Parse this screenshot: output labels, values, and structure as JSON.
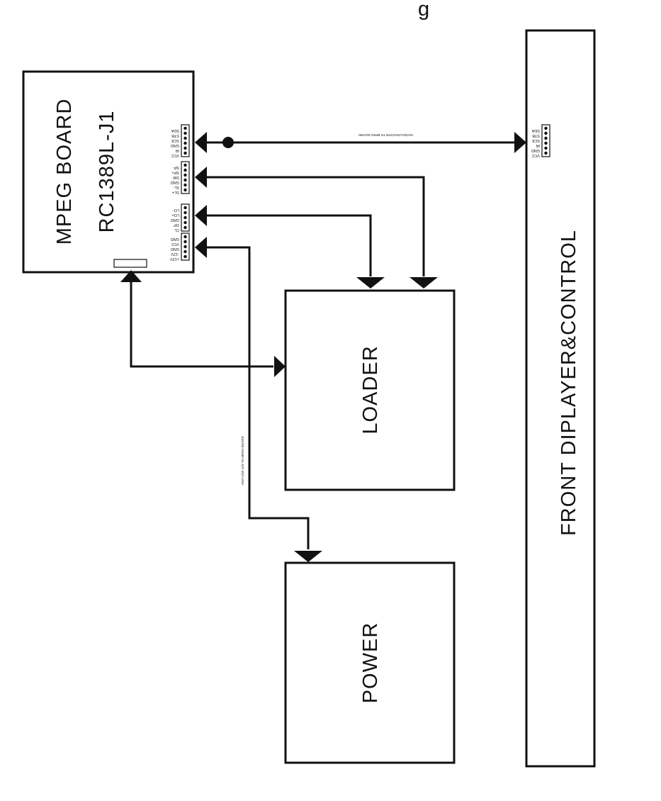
{
  "title_fragment": "g",
  "mpeg_board": {
    "title": "MPEG BOARD",
    "model": "RC1389L-J1"
  },
  "loader": {
    "label": "LOADER"
  },
  "power": {
    "label": "POWER"
  },
  "front_panel": {
    "label": "FRONT DIPLAYER&CONTROL"
  },
  "connectors": {
    "cn_control": [
      "SDA",
      "STB",
      "SCK",
      "GND",
      "IR",
      "VCC"
    ],
    "cn_sled": [
      "SP-",
      "SP+",
      "SW",
      "GND",
      "SL-",
      "SL+"
    ],
    "cn_laser": [
      "LO-",
      "LO+",
      "GND",
      "OP",
      "CL"
    ],
    "cn_power": [
      "GND",
      "VCC",
      "GND",
      "-12V",
      "+12V"
    ],
    "cn_front": [
      "SDA",
      "STB",
      "SCK",
      "IR",
      "GND",
      "VCC"
    ]
  },
  "wire_labels": {
    "front_bus": "+5V/SDA/SCK/STB TO MPEG BOARD",
    "power_bus": "+5V/+12V/-12V TO MPEG BOARD"
  }
}
